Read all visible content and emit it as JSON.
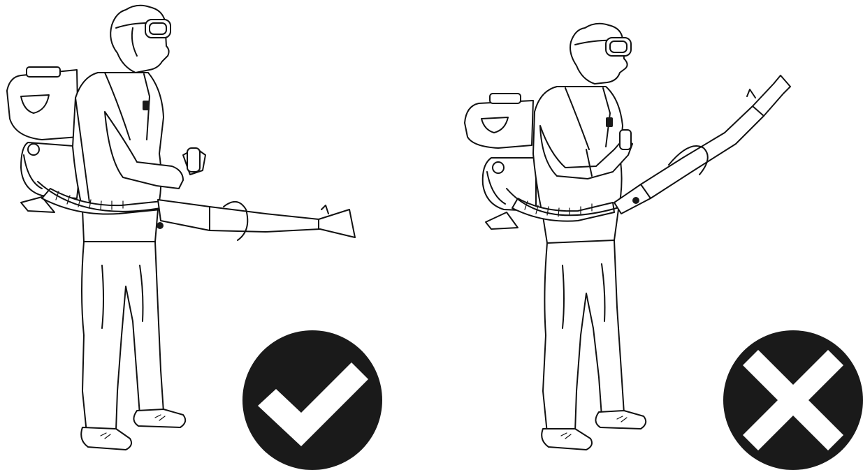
{
  "panels": [
    {
      "id": "correct",
      "illustration": "operator-wearing-backpack-blower-nozzle-held-low-icon",
      "verdict_icon": "check-mark-icon",
      "verdict": "correct"
    },
    {
      "id": "incorrect",
      "illustration": "operator-wearing-backpack-blower-nozzle-raised-icon",
      "verdict_icon": "cross-mark-icon",
      "verdict": "incorrect"
    }
  ],
  "colors": {
    "line": "#111111",
    "badge": "#1a1a1a",
    "background": "#ffffff",
    "badge_symbol": "#ffffff"
  }
}
